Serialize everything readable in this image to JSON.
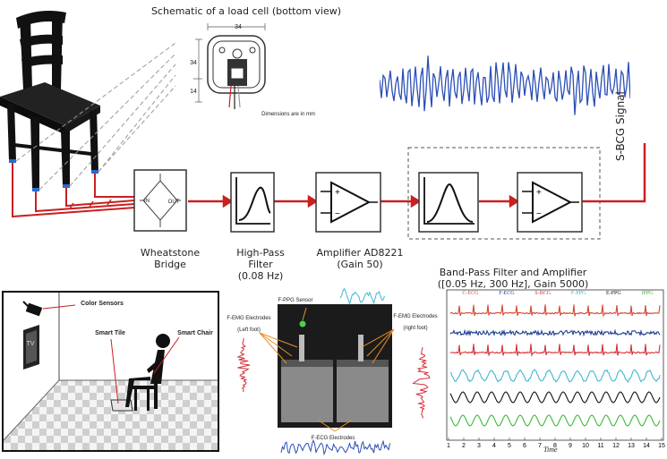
{
  "schematic": {
    "title": "Schematic of a load cell (bottom view)",
    "dim_top": "34",
    "dim_left": "34",
    "dim_inner": "14",
    "note": "Dimensions are in mm"
  },
  "blocks": {
    "wheatstone": "Wheatstone\nBridge",
    "highpass": "High-Pass\nFilter\n(0.08 Hz)",
    "amplifier": "Amplifier AD8221\n(Gain 50)",
    "bandpass": "Band-Pass Filter and Amplifier\n([0.05 Hz, 300 Hz], Gain 5000)",
    "bridge_in": "IN",
    "bridge_out": "OUT"
  },
  "signal_label": "S-BCG Signal",
  "room": {
    "color_sensors": "Color Sensors",
    "smart_tile": "Smart Tile",
    "smart_chair": "Smart Chair",
    "tv": "TV"
  },
  "tile": {
    "fppg": "F-PPG Sensor",
    "femg_left": "F-EMG Electrodes\n(Left foot)",
    "femg_right": "F-EMG Electrodes\n(right foot)",
    "fecg": "F-ECG Electrodes"
  },
  "plot": {
    "legend": [
      "C-ECG",
      "F-ECG",
      "S-BCG",
      "F-PPG",
      "E-PPG",
      "IPPG"
    ],
    "colors": [
      "#d9452f",
      "#1f3f8f",
      "#d6303a",
      "#41b6d1",
      "#111111",
      "#3db83a"
    ],
    "ticks": [
      "1",
      "2",
      "3",
      "4",
      "5",
      "6",
      "7",
      "8",
      "9",
      "10",
      "11",
      "12",
      "13",
      "14",
      "15"
    ],
    "xlabel": "Time"
  }
}
